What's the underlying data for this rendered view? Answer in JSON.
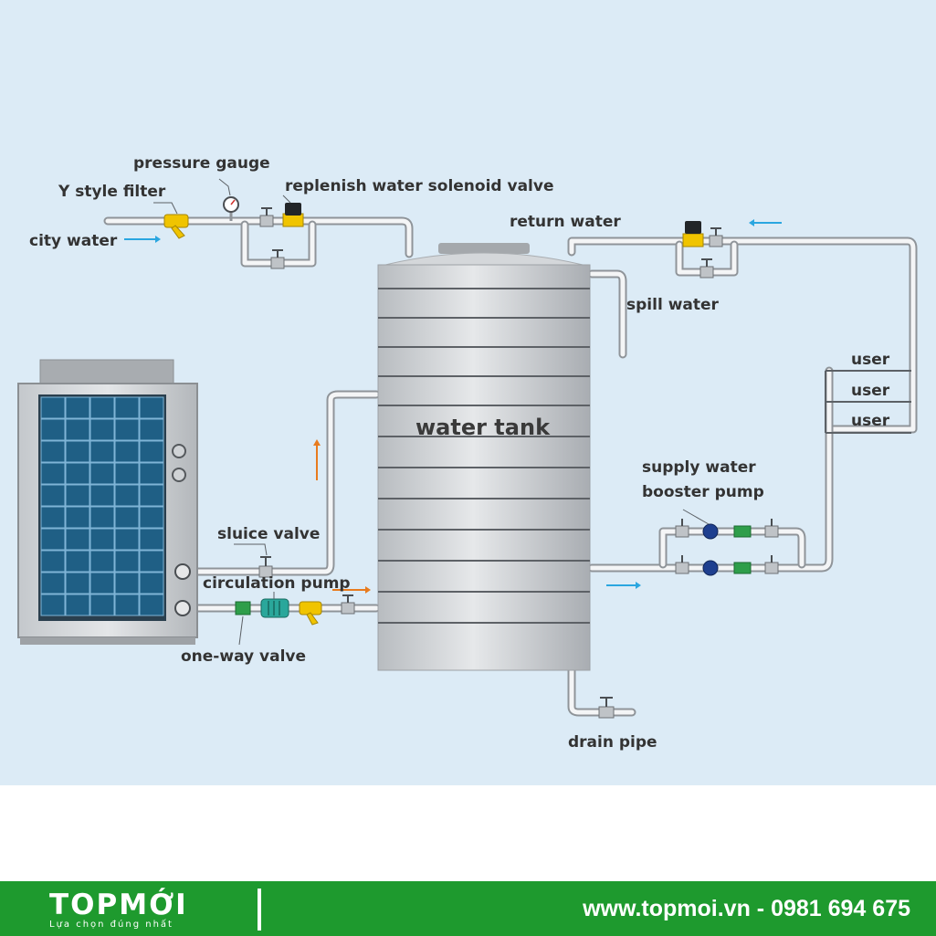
{
  "colors": {
    "background": "#dcebf6",
    "flow_arrow_blue": "#2aa6e0",
    "flow_arrow_orange": "#e87b1e",
    "footer_green": "#1e9a2e",
    "tank": "#c9cccf",
    "panel_blue": "#1f5f85",
    "valve_yellow": "#f0c400",
    "valve_green": "#2e9e4a",
    "pump_teal": "#2aa79b"
  },
  "labels": {
    "pressure_gauge": "pressure gauge",
    "y_filter": "Y style filter",
    "solenoid_valve": "replenish water solenoid valve",
    "city_water": "city water",
    "return_water": "return water",
    "spill_water": "spill water",
    "user_1": "user",
    "user_2": "user",
    "user_3": "user",
    "water_tank": "water tank",
    "booster_pump_line1": "supply water",
    "booster_pump_line2": "booster pump",
    "sluice_valve": "sluice valve",
    "circulation_pump": "circulation pump",
    "one_way_valve": "one-way valve",
    "drain_pipe": "drain pipe"
  },
  "footer": {
    "logo_text": "TOPMỚI",
    "tagline": "Lựa chọn đúng nhất",
    "contact": "www.topmoi.vn - 0981 694 675"
  }
}
